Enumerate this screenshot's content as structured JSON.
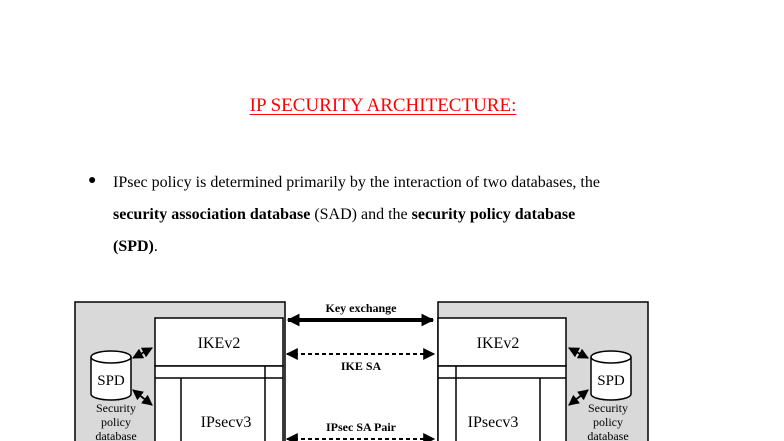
{
  "document": {
    "title": "IP SECURITY ARCHITECTURE:",
    "bullet": {
      "t1": "IPsec policy is determined primarily by the interaction of two databases, the",
      "t2": "security association database",
      "t3": " (SAD) and the ",
      "t4": "security policy database",
      "t5": "(SPD)",
      "t6": "."
    }
  },
  "figure": {
    "key_exchange": "Key exchange",
    "ike_sa": "IKE SA",
    "ipsec_sa_pair": "IPsec SA Pair",
    "left": {
      "ikev2": "IKEv2",
      "ipsecv3": "IPsecv3",
      "spd": "SPD",
      "spd_caption_1": "Security",
      "spd_caption_2": "policy",
      "spd_caption_3": "database"
    },
    "right": {
      "ikev2": "IKEv2",
      "ipsecv3": "IPsecv3",
      "spd": "SPD",
      "spd_caption_1": "Security",
      "spd_caption_2": "policy",
      "spd_caption_3": "database"
    }
  }
}
